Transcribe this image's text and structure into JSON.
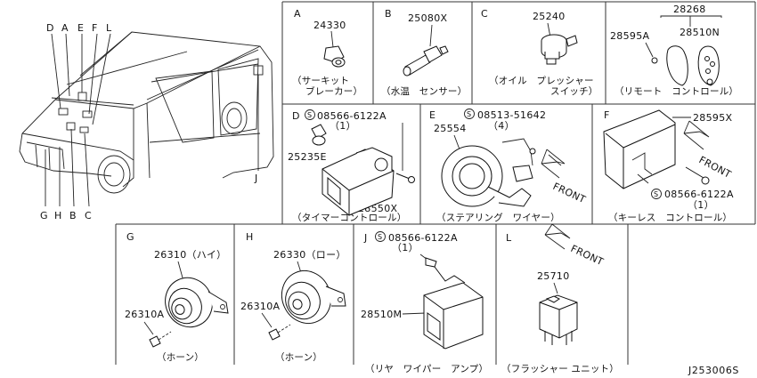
{
  "reference_code": "J253006S",
  "vehicle_callouts": [
    "D",
    "A",
    "E",
    "F",
    "L",
    "G",
    "H",
    "B",
    "C",
    "J"
  ],
  "sections": {
    "A": {
      "letter": "A",
      "part": "24330",
      "caption_1": "（サーキット",
      "caption_2": "ブレーカー）"
    },
    "B": {
      "letter": "B",
      "part": "25080X",
      "caption_1": "（水温　センサー）"
    },
    "C": {
      "letter": "C",
      "part": "25240",
      "caption_1": "（オイル　プレッシャー",
      "caption_2": "スイッチ）"
    },
    "R": {
      "part_top": "28268",
      "part_left": "28595A",
      "part_right": "28510N",
      "caption_1": "（リモート　コントロール）"
    },
    "D": {
      "letter": "D",
      "bolt": "08566-6122A",
      "bolt_qty": "（1）",
      "part_1": "25235E",
      "part_2": "28550X",
      "caption_1": "（タイマーコントロール）"
    },
    "E": {
      "letter": "E",
      "bolt": "08513-51642",
      "bolt_qty": "（4）",
      "part_1": "25554",
      "front": "FRONT",
      "caption_1": "（ステアリング　ワイヤー）"
    },
    "F": {
      "letter": "F",
      "part_1": "28595X",
      "front": "FRONT",
      "bolt": "08566-6122A",
      "bolt_qty": "（1）",
      "caption_1": "（キーレス　コントロール）"
    },
    "G": {
      "letter": "G",
      "part_1": "26310（ハイ）",
      "part_2": "26310A",
      "caption_1": "（ホーン）"
    },
    "H": {
      "letter": "H",
      "part_1": "26330（ロー）",
      "part_2": "26310A",
      "caption_1": "（ホーン）"
    },
    "J": {
      "letter": "J",
      "bolt": "08566-6122A",
      "bolt_qty": "（1）",
      "part_1": "28510M",
      "caption_1": "（リヤ　ワイパー　アンプ）"
    },
    "L": {
      "letter": "L",
      "front": "FRONT",
      "part_1": "25710",
      "caption_1": "（フラッシャー ユニット）"
    }
  }
}
